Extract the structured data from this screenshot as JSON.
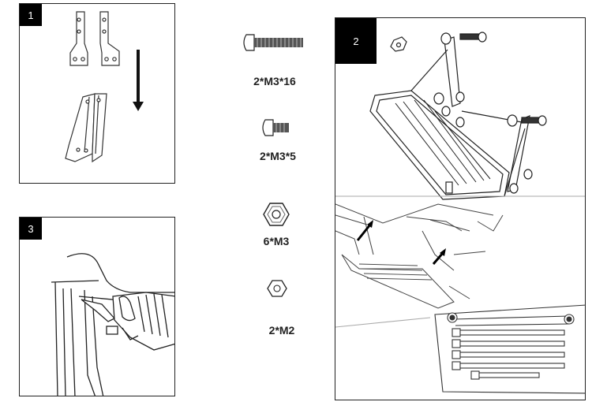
{
  "steps": [
    {
      "number": "1"
    },
    {
      "number": "2"
    },
    {
      "number": "3"
    }
  ],
  "parts": [
    {
      "label": "2*M3*16",
      "icon": "bolt-icon"
    },
    {
      "label": "2*M3*5",
      "icon": "short-screw-icon"
    },
    {
      "label": "6*M3",
      "icon": "nut-icon"
    },
    {
      "label": "2*M2",
      "icon": "small-nut-icon"
    }
  ]
}
